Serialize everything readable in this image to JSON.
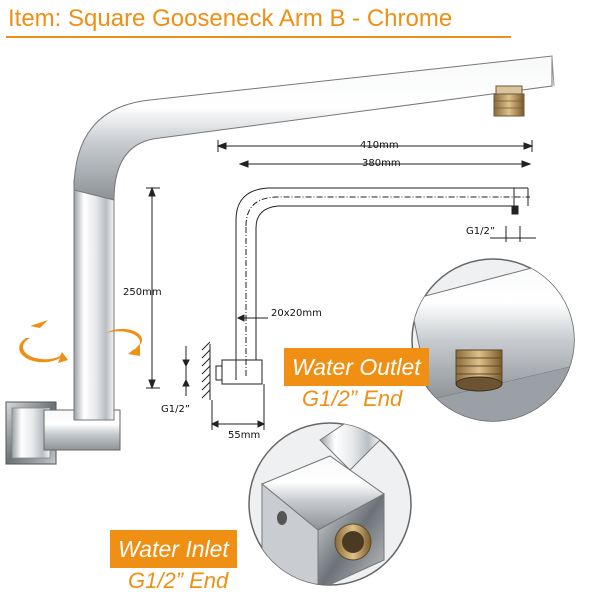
{
  "title": "Item: Square Gooseneck Arm B - Chrome",
  "accent_color": "#ef8f14",
  "dimensions": {
    "overall_length": "410mm",
    "reach": "380mm",
    "height": "250mm",
    "arm_section": "20x20mm",
    "outlet_thread": "G1/2”",
    "inlet_thread": "G1/2”",
    "base_depth": "55mm"
  },
  "callouts": {
    "outlet": {
      "label": "Water Outlet",
      "spec": "G1/2” End"
    },
    "inlet": {
      "label": "Water Inlet",
      "spec": "G1/2” End"
    }
  },
  "icons": [
    "rotate-arrow-icon"
  ]
}
